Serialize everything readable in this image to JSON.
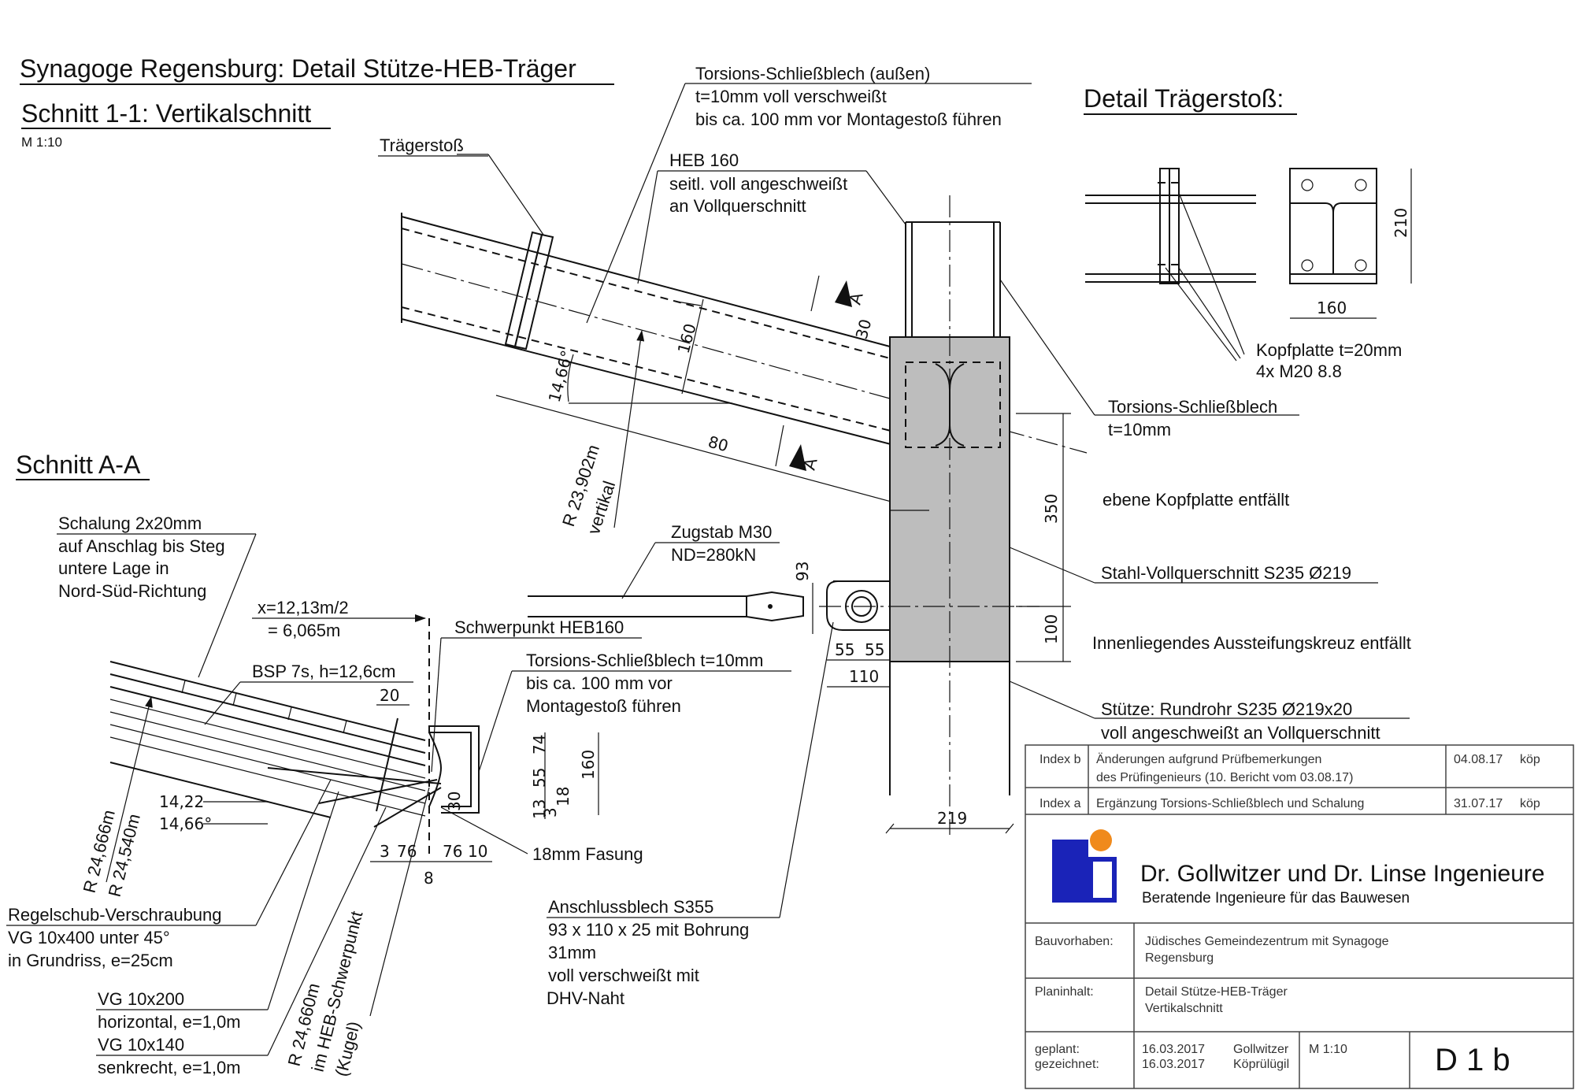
{
  "titles": {
    "main": "Synagoge Regensburg: Detail Stütze-HEB-Träger",
    "section_1_1": "Schnitt 1-1: Vertikalschnitt",
    "scale": "M 1:10",
    "section_a_a": "Schnitt A-A",
    "detail_joint": "Detail Trägerstoß:"
  },
  "labels": {
    "traegerstoss": "Trägerstoß",
    "torsion_outer_1": "Torsions-Schließblech (außen)",
    "torsion_outer_2": "t=10mm voll verschweißt",
    "torsion_outer_3": "bis ca. 100 mm vor Montagestoß führen",
    "heb_1": "HEB 160",
    "heb_2": "seitl. voll angeschweißt",
    "heb_3": "an Vollquerschnitt",
    "kopfplatte_1": "Kopfplatte t=20mm",
    "kopfplatte_2": "4x M20  8.8",
    "torsion_right_1": "Torsions-Schließblech",
    "torsion_right_2": "t=10mm",
    "ebene": "ebene Kopfplatte entfällt",
    "stahl": "Stahl-Vollquerschnitt S235 Ø219",
    "innen": "Innenliegendes Aussteifungskreuz entfällt",
    "stuetze_1": "Stütze: Rundrohr S235 Ø219x20",
    "stuetze_2": "voll angeschweißt an Vollquerschnitt",
    "zugstab_1": "Zugstab M30",
    "zugstab_2": "ND=280kN",
    "radius_1": "R 23,902m",
    "radius_2": "vertikal",
    "schalung_1": "Schalung 2x20mm",
    "schalung_2": "auf Anschlag bis Steg",
    "schalung_3": "untere Lage in",
    "schalung_4": "Nord-Süd-Richtung",
    "x_1": "x=12,13m/2",
    "x_2": "= 6,065m",
    "schwerpunkt": "Schwerpunkt HEB160",
    "bsp": "BSP 7s, h=12,6cm",
    "torsion_mid_1": "Torsions-Schließblech t=10mm",
    "torsion_mid_2": "bis ca. 100 mm vor",
    "torsion_mid_3": "Montagestoß führen",
    "fasung": "18mm Fasung",
    "anschluss_1": "Anschlussblech S355",
    "anschluss_2": "93 x 110 x 25 mit Bohrung",
    "anschluss_3": "31mm",
    "anschluss_4": "voll verschweißt mit",
    "anschluss_5": "DHV-Naht",
    "regel_1": "Regelschub-Verschraubung",
    "regel_2": "VG 10x400 unter 45°",
    "regel_3": "in Grundriss, e=25cm",
    "vg200_1": "VG 10x200",
    "vg200_2": "horizontal, e=1,0m",
    "vg140_1": "VG 10x140",
    "vg140_2": "senkrecht, e=1,0m",
    "r24666": "R 24,666m",
    "r24540": "R 24,540m",
    "r24660_1": "R 24,660m",
    "r24660_2": "im HEB-Schwerpunkt",
    "r24660_3": "(Kugel)",
    "section_mark": "A"
  },
  "dims": {
    "d30": "30",
    "d160": "160",
    "d14_66": "14,66°",
    "d80": "80",
    "d350": "350",
    "d100": "100",
    "d93": "93",
    "d55a": "55",
    "d55b": "55",
    "d110": "110",
    "d219": "219",
    "d210": "210",
    "d160b": "160",
    "d20": "20",
    "d74": "74",
    "d55c": "55",
    "d13": "13",
    "d3a": "3",
    "d18": "18",
    "d160c": "160",
    "d30b": "30",
    "d14_22": "14,22",
    "d14_66b": "14,66°",
    "d3b": "3",
    "d76a": "76",
    "d76b": "76",
    "d10": "10",
    "d8": "8"
  },
  "title_block": {
    "index_b_label": "Index b",
    "index_b_text_1": "Änderungen aufgrund Prüfbemerkungen",
    "index_b_text_2": "des Prüfingenieurs (10. Bericht vom 03.08.17)",
    "index_b_date": "04.08.17",
    "index_b_user": "köp",
    "index_a_label": "Index a",
    "index_a_text": "Ergänzung Torsions-Schließblech und Schalung",
    "index_a_date": "31.07.17",
    "index_a_user": "köp",
    "company": "Dr. Gollwitzer und Dr. Linse Ingenieure",
    "company_sub": "Beratende Ingenieure für das Bauwesen",
    "bauvorhaben_label": "Bauvorhaben:",
    "bauvorhaben_1": "Jüdisches Gemeindezentrum mit Synagoge",
    "bauvorhaben_2": "Regensburg",
    "planinhalt_label": "Planinhalt:",
    "planinhalt_1": "Detail Stütze-HEB-Träger",
    "planinhalt_2": "Vertikalschnitt",
    "geplant_label": "geplant:",
    "gezeichnet_label": "gezeichnet:",
    "geplant_date": "16.03.2017",
    "gezeichnet_date": "16.03.2017",
    "geplant_name": "Gollwitzer",
    "gezeichnet_name": "Köprülügil",
    "scale": "M 1:10",
    "drawing_no": "D 1 b"
  },
  "colors": {
    "logo_blue": "#1a23b8",
    "logo_orange": "#f08a1c",
    "column_fill": "#bdbdbd"
  }
}
